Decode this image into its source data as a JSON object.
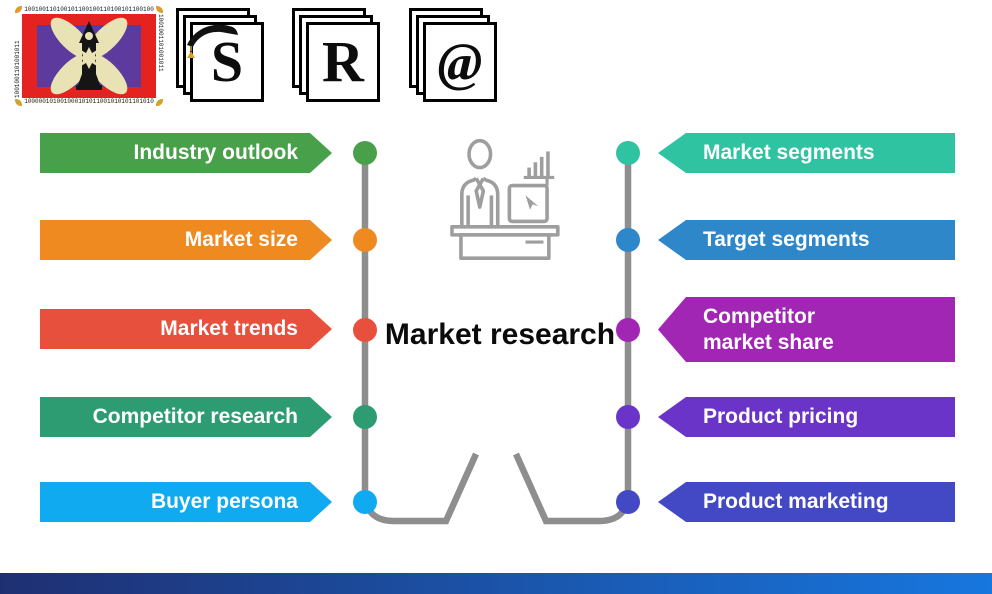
{
  "header": {
    "logo": {
      "binary_edge_top": "100100110100101100100110100101100100",
      "binary_edge_bottom": "100000101001000101011001010101101010",
      "binary_edge_left": "1001001101001011",
      "binary_edge_right": "1001001101001011",
      "frame_color": "#e42320",
      "field_color": "#5d3a9e",
      "petal_color": "#e9e2b4",
      "corner_color": "#d8a02a"
    },
    "papers": [
      {
        "letter": "S"
      },
      {
        "letter": "R"
      },
      {
        "letter": "@"
      }
    ]
  },
  "diagram": {
    "title": "Market research",
    "left_items": [
      {
        "label": "Industry outlook",
        "color": "#48a04a"
      },
      {
        "label": "Market size",
        "color": "#ee8a1f"
      },
      {
        "label": "Market trends",
        "color": "#e6503c"
      },
      {
        "label": "Competitor research",
        "color": "#2d9c73"
      },
      {
        "label": "Buyer persona",
        "color": "#10aaf0"
      }
    ],
    "right_items": [
      {
        "label": "Market segments",
        "color": "#2fc3a2"
      },
      {
        "label": "Target segments",
        "color": "#2d87c9"
      },
      {
        "label": "Competitor market share",
        "color": "#a226b4"
      },
      {
        "label": "Product pricing",
        "color": "#6a34c8"
      },
      {
        "label": "Product marketing",
        "color": "#4348c4"
      }
    ],
    "connector_color": "#8e8e8e",
    "icon_color": "#9e9e9e"
  },
  "footer": {
    "bar_gradient_left": "#1f2f72",
    "bar_gradient_right": "#1777df"
  }
}
